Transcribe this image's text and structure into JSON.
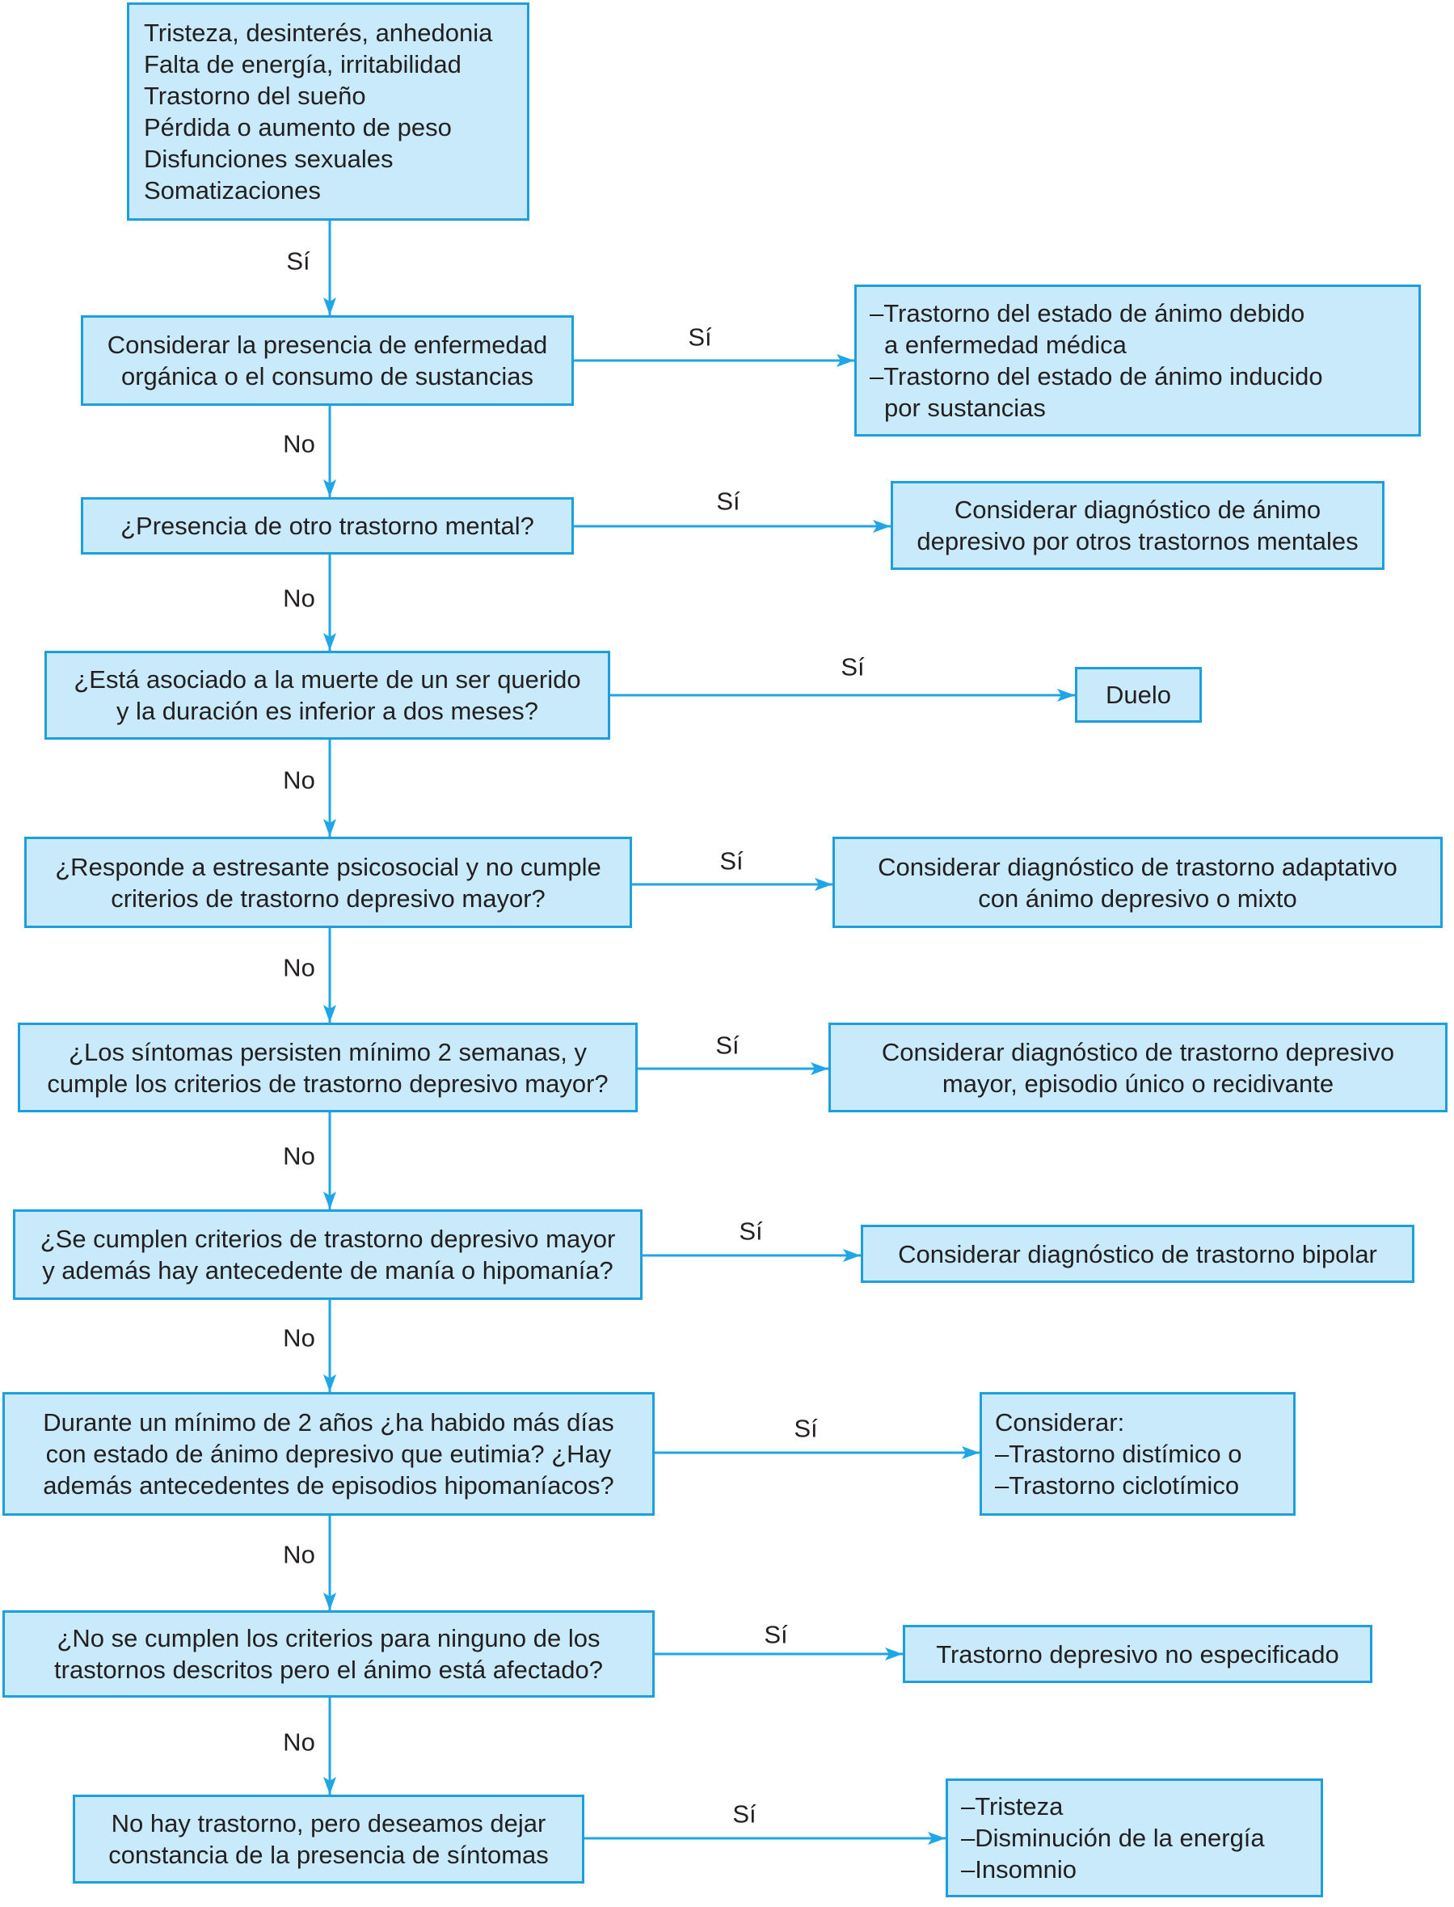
{
  "colors": {
    "box_fill": "#C8EAFA",
    "box_border": "#1E9FDD",
    "arrow": "#1FA6E6",
    "text": "#231F20"
  },
  "flow": {
    "start": {
      "lines": [
        "Tristeza, desinterés, anhedonia",
        "Falta de energía, irritabilidad",
        "Trastorno del sueño",
        "Pérdida o aumento de peso",
        "Disfunciones sexuales",
        "Somatizaciones"
      ],
      "edge_label": "Sí"
    },
    "steps": [
      {
        "question": [
          "Considerar la presencia de enfermedad",
          "orgánica o el consumo de sustancias"
        ],
        "yes_label": "Sí",
        "outcome": [
          "–Trastorno del estado de ánimo debido",
          "a enfermedad médica",
          "–Trastorno del estado de ánimo inducido",
          "por sustancias"
        ],
        "no_label": "No"
      },
      {
        "question": [
          "¿Presencia de otro trastorno mental?"
        ],
        "yes_label": "Sí",
        "outcome": [
          "Considerar diagnóstico de ánimo",
          "depresivo por otros trastornos mentales"
        ],
        "no_label": "No"
      },
      {
        "question": [
          "¿Está asociado a la muerte de un ser querido",
          "y la duración es inferior a dos meses?"
        ],
        "yes_label": "Sí",
        "outcome": [
          "Duelo"
        ],
        "no_label": "No"
      },
      {
        "question": [
          "¿Responde a estresante psicosocial y no cumple",
          "criterios de trastorno depresivo mayor?"
        ],
        "yes_label": "Sí",
        "outcome": [
          "Considerar diagnóstico de trastorno adaptativo",
          "con ánimo depresivo o mixto"
        ],
        "no_label": "No"
      },
      {
        "question": [
          "¿Los síntomas persisten mínimo 2 semanas, y",
          "cumple los criterios de trastorno depresivo mayor?"
        ],
        "yes_label": "Sí",
        "outcome": [
          "Considerar diagnóstico de trastorno depresivo",
          "mayor, episodio único o recidivante"
        ],
        "no_label": "No"
      },
      {
        "question": [
          "¿Se cumplen criterios de trastorno depresivo mayor",
          "y además hay antecedente de manía o hipomanía?"
        ],
        "yes_label": "Sí",
        "outcome": [
          "Considerar diagnóstico de trastorno bipolar"
        ],
        "no_label": "No"
      },
      {
        "question": [
          "Durante un mínimo de 2 años ¿ha habido más días",
          "con estado de ánimo depresivo que eutimia? ¿Hay",
          "además antecedentes de episodios hipomaníacos?"
        ],
        "yes_label": "Sí",
        "outcome": [
          "Considerar:",
          "–Trastorno distímico o",
          "–Trastorno ciclotímico"
        ],
        "no_label": "No"
      },
      {
        "question": [
          "¿No se cumplen los criterios para ninguno de los",
          "trastornos descritos pero el ánimo está afectado?"
        ],
        "yes_label": "Sí",
        "outcome": [
          "Trastorno depresivo no especificado"
        ],
        "no_label": "No"
      },
      {
        "question": [
          "No hay trastorno, pero deseamos dejar",
          "constancia de la presencia de síntomas"
        ],
        "yes_label": "Sí",
        "outcome": [
          "–Tristeza",
          "–Disminución de la energía",
          "–Insomnio"
        ]
      }
    ]
  }
}
